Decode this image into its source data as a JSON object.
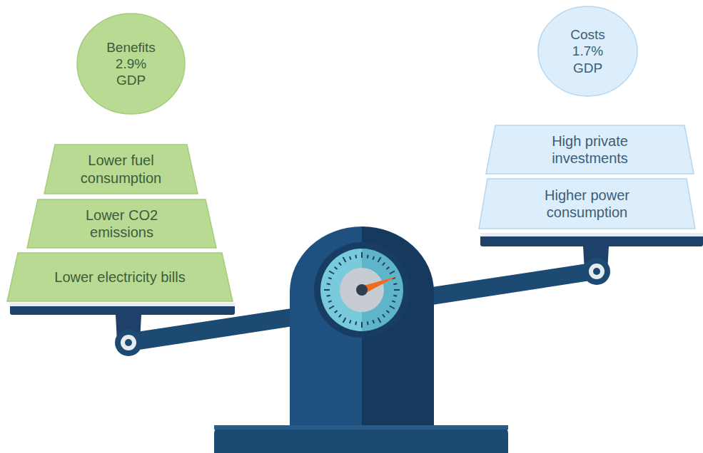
{
  "diagram": {
    "nodes": [
      {
        "text": [
          "Benefits 2.9% GDP"
        ]
      },
      {
        "text": [
          "Lower fuel consumption"
        ]
      },
      {
        "text": [
          "Lower CO2 emissions"
        ]
      },
      {
        "text": [
          "Lower electricity bills"
        ]
      },
      {
        "text": [
          "Costs 1.7% GDP"
        ]
      },
      {
        "text": [
          "High private investments"
        ]
      },
      {
        "text": [
          "Higher power consumption"
        ]
      }
    ]
  }
}
